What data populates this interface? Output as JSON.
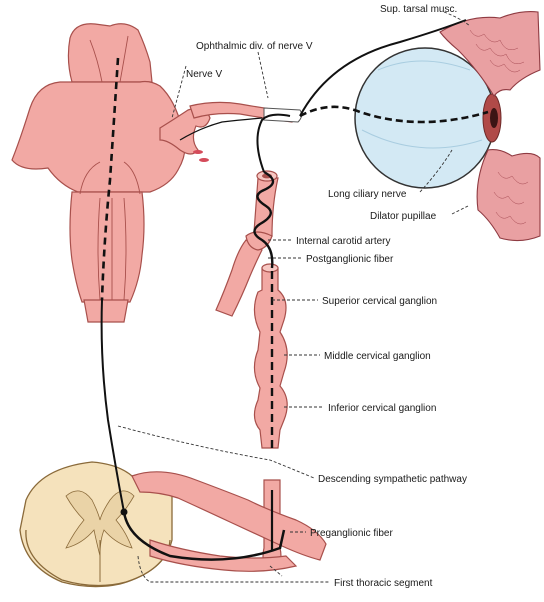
{
  "labels": {
    "sup_tarsal": "Sup. tarsal musc.",
    "ophthalmic": "Ophthalmic div. of nerve V",
    "nerve_v": "Nerve V",
    "long_ciliary": "Long ciliary nerve",
    "dilator": "Dilator pupillae",
    "internal_carotid": "Internal carotid artery",
    "postganglionic": "Postganglionic fiber",
    "superior_cervical": "Superior cervical ganglion",
    "middle_cervical": "Middle cervical ganglion",
    "inferior_cervical": "Inferior cervical ganglion",
    "descending": "Descending sympathetic pathway",
    "preganglionic": "Preganglionic fiber",
    "first_thoracic": "First thoracic segment"
  },
  "colors": {
    "tissue_pink": "#f2a9a4",
    "tissue_stroke": "#a8504c",
    "eye_blue": "#d3e9f4",
    "cord_beige": "#f5e2bc",
    "nerve_black": "#111111"
  }
}
